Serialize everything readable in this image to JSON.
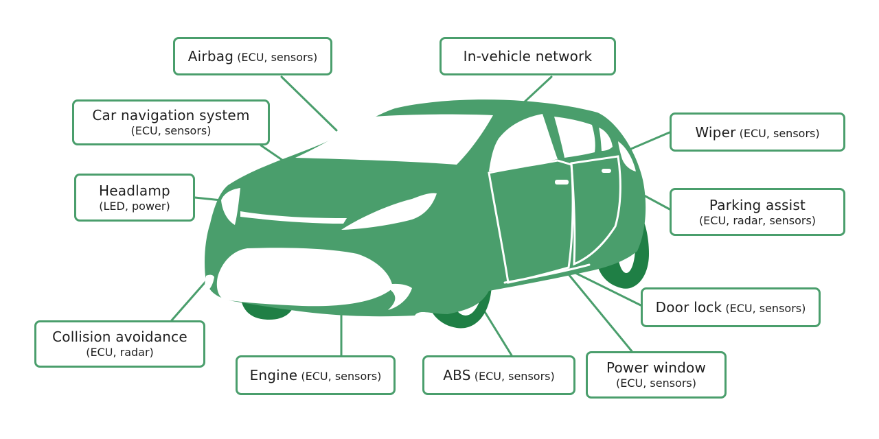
{
  "colors": {
    "body": "#4a9e6c",
    "dark": "#1f7f45",
    "line": "#4a9e6c",
    "glass": "#ffffff"
  },
  "labels": {
    "airbag": {
      "main": "Airbag",
      "sub": "(ECU, sensors)"
    },
    "in_vehicle_network": {
      "main": "In-vehicle network"
    },
    "car_navigation": {
      "main": "Car navigation system",
      "sub": "(ECU, sensors)"
    },
    "wiper": {
      "main": "Wiper",
      "sub": "(ECU, sensors)"
    },
    "headlamp": {
      "main": "Headlamp",
      "sub": "(LED, power)"
    },
    "parking_assist": {
      "main": "Parking assist",
      "sub": "(ECU, radar, sensors)"
    },
    "door_lock": {
      "main": "Door lock",
      "sub": "(ECU, sensors)"
    },
    "collision_avoidance": {
      "main": "Collision avoidance",
      "sub": "(ECU, radar)"
    },
    "engine": {
      "main": "Engine",
      "sub": "(ECU, sensors)"
    },
    "abs": {
      "main": "ABS",
      "sub": "(ECU, sensors)"
    },
    "power_window": {
      "main": "Power window",
      "sub": "(ECU, sensors)"
    }
  }
}
